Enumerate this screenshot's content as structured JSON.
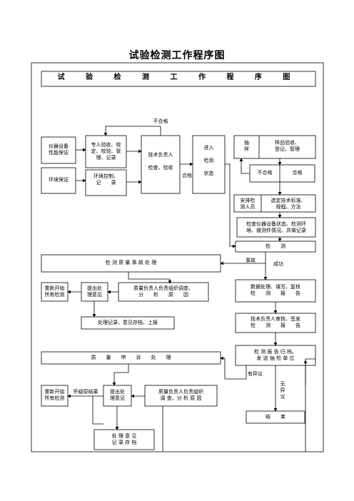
{
  "page_title": "试验检测工作程序图",
  "inner_title": "试 验 检 测 工 作 程 序 图",
  "labels": {
    "bu_he_ge_top": "不合格",
    "instrument": "仪器设备\n性能保证",
    "environment": "环境保证",
    "specialist": "专人验收、校\n定、校验、管\n理、记录",
    "env_control": "环境控制、\n记　　录",
    "tech_check": "技术负责人\n\n检查、验收",
    "qualified_side": "合格",
    "enter_state": "进入\n\n检测\n\n状态",
    "sample": "抽\n样",
    "sample_accept": "样品验收、\n登记、管理",
    "unqualified": "不合格",
    "qualified": "合格",
    "arrange_staff": "安排检\n测人员",
    "select_standard": "选定技术标准、\n规程、方法",
    "check_env": "检查仪器设备状态、检测环\n境、被测件情况、并做记录",
    "testing": "检　　测",
    "accident_handling": "检 测 质 量 事 故 处 理",
    "accident": "事故",
    "success": "成功",
    "restart_all_1": "重新开始\n所有检测",
    "propose_1": "提出处\n理意见",
    "investigate_1": "质量负责人负责组织调查、\n分　　析　　原　　因",
    "data_processing": "数据处理、填写、复核\n检　　测　　报　　告",
    "archive_1": "处理记录、意见存档、上报",
    "tech_review": "技术负责人审核、签发\n检　　测　　报　　告",
    "complaint_handling": "质　　量　　申　　诉　　处　　理",
    "report_archive": "检 测 报 告 归 档、\n发 送 抽 检 单 位",
    "objection": "有异议",
    "no_objection": "无\n异\n议",
    "restart_all_2": "重新开始\n所有检测",
    "suspicious_result": "怀疑原结果",
    "propose_2": "提出处\n理意见",
    "investigate_2": "质量负责人负责组织\n调 查、分 析 原 因",
    "end": "结　　束",
    "archive_2": "处 理 意 见\n记 录 存 档"
  }
}
